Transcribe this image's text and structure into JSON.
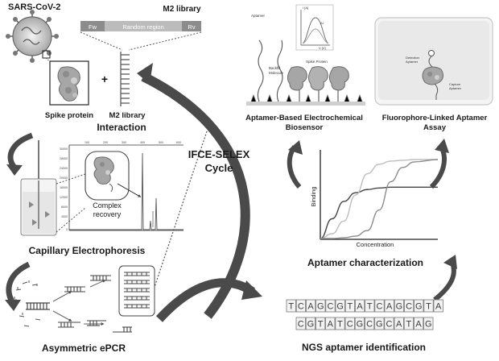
{
  "top": {
    "virus_label": "SARS-CoV-2",
    "library_title": "M2 library",
    "seq_fw": "Fw",
    "seq_random": "Random region",
    "seq_rv": "Rv",
    "spike_label": "Spike protein",
    "plus": "+",
    "m2_label": "M2 library",
    "interaction_label": "Interaction"
  },
  "cycle": {
    "title_line1": "IFCE-SELEX",
    "title_line2": "Cycle"
  },
  "ce": {
    "title": "Capillary Electrophoresis",
    "complex_line1": "Complex",
    "complex_line2": "recovery",
    "x_ticks": [
      "100",
      "200",
      "300",
      "400",
      "500",
      "600"
    ],
    "y_ticks": [
      "30000",
      "28000",
      "24000",
      "20000",
      "16000",
      "12000",
      "8000",
      "4000",
      "0"
    ]
  },
  "pcr": {
    "title": "Asymmetric ePCR"
  },
  "ngs": {
    "row1": [
      "T",
      "C",
      "A",
      "G",
      "C",
      "G",
      "T",
      "A",
      "T",
      "C",
      "A",
      "G",
      "C",
      "G",
      "T",
      "A"
    ],
    "row2": [
      "C",
      "G",
      "T",
      "A",
      "T",
      "C",
      "G",
      "C",
      "G",
      "C",
      "A",
      "T",
      "A",
      "G"
    ],
    "title": "NGS aptamer identification"
  },
  "characterization": {
    "title": "Aptamer characterization",
    "y_label": "Binding",
    "x_label": "Concentration"
  },
  "chart_data": {
    "type": "line",
    "title": "",
    "xlabel": "Concentration",
    "ylabel": "Binding",
    "series": [
      {
        "color": "#444444",
        "x": [
          0,
          1,
          2,
          3,
          4,
          5,
          6,
          7,
          8,
          10
        ],
        "values": [
          0,
          0.25,
          0.47,
          0.58,
          0.62,
          0.64,
          0.65,
          0.65,
          0.65,
          0.65
        ]
      },
      {
        "color": "#bdbdbd",
        "x": [
          0,
          1,
          2,
          3,
          4,
          5,
          6,
          7,
          8,
          10
        ],
        "values": [
          0,
          0.06,
          0.22,
          0.55,
          0.82,
          0.94,
          0.98,
          0.99,
          1.0,
          1.0
        ]
      },
      {
        "color": "#8c8c8c",
        "x": [
          0,
          1,
          2,
          3,
          4,
          5,
          6,
          7,
          8,
          10
        ],
        "values": [
          0,
          0.0,
          0.01,
          0.03,
          0.1,
          0.36,
          0.72,
          0.9,
          0.97,
          1.0
        ]
      }
    ],
    "grid": false
  },
  "sensor": {
    "title_line1": "Aptamer-Based Electrochemical",
    "title_line2": "Biosensor",
    "aptamer_label": "Aptamer",
    "backfill_line1": "Backfill",
    "backfill_line2": "Molecule",
    "spike_label": "Spike Protein",
    "inset_y": "I [A]",
    "inset_x": "V [V]",
    "inset_delta": "ΔI"
  },
  "assay": {
    "title_line1": "Fluorophore-Linked Aptamer",
    "title_line2": "Assay",
    "detection_line1": "Detection",
    "detection_line2": "Aptamer",
    "capture_line1": "Capture",
    "capture_line2": "Aptamer"
  },
  "colors": {
    "arrow": "#4a4a4a",
    "text": "#1a1a1a",
    "box_fill": "#f2f2f2",
    "seq_bar": "#9a9a9a"
  }
}
